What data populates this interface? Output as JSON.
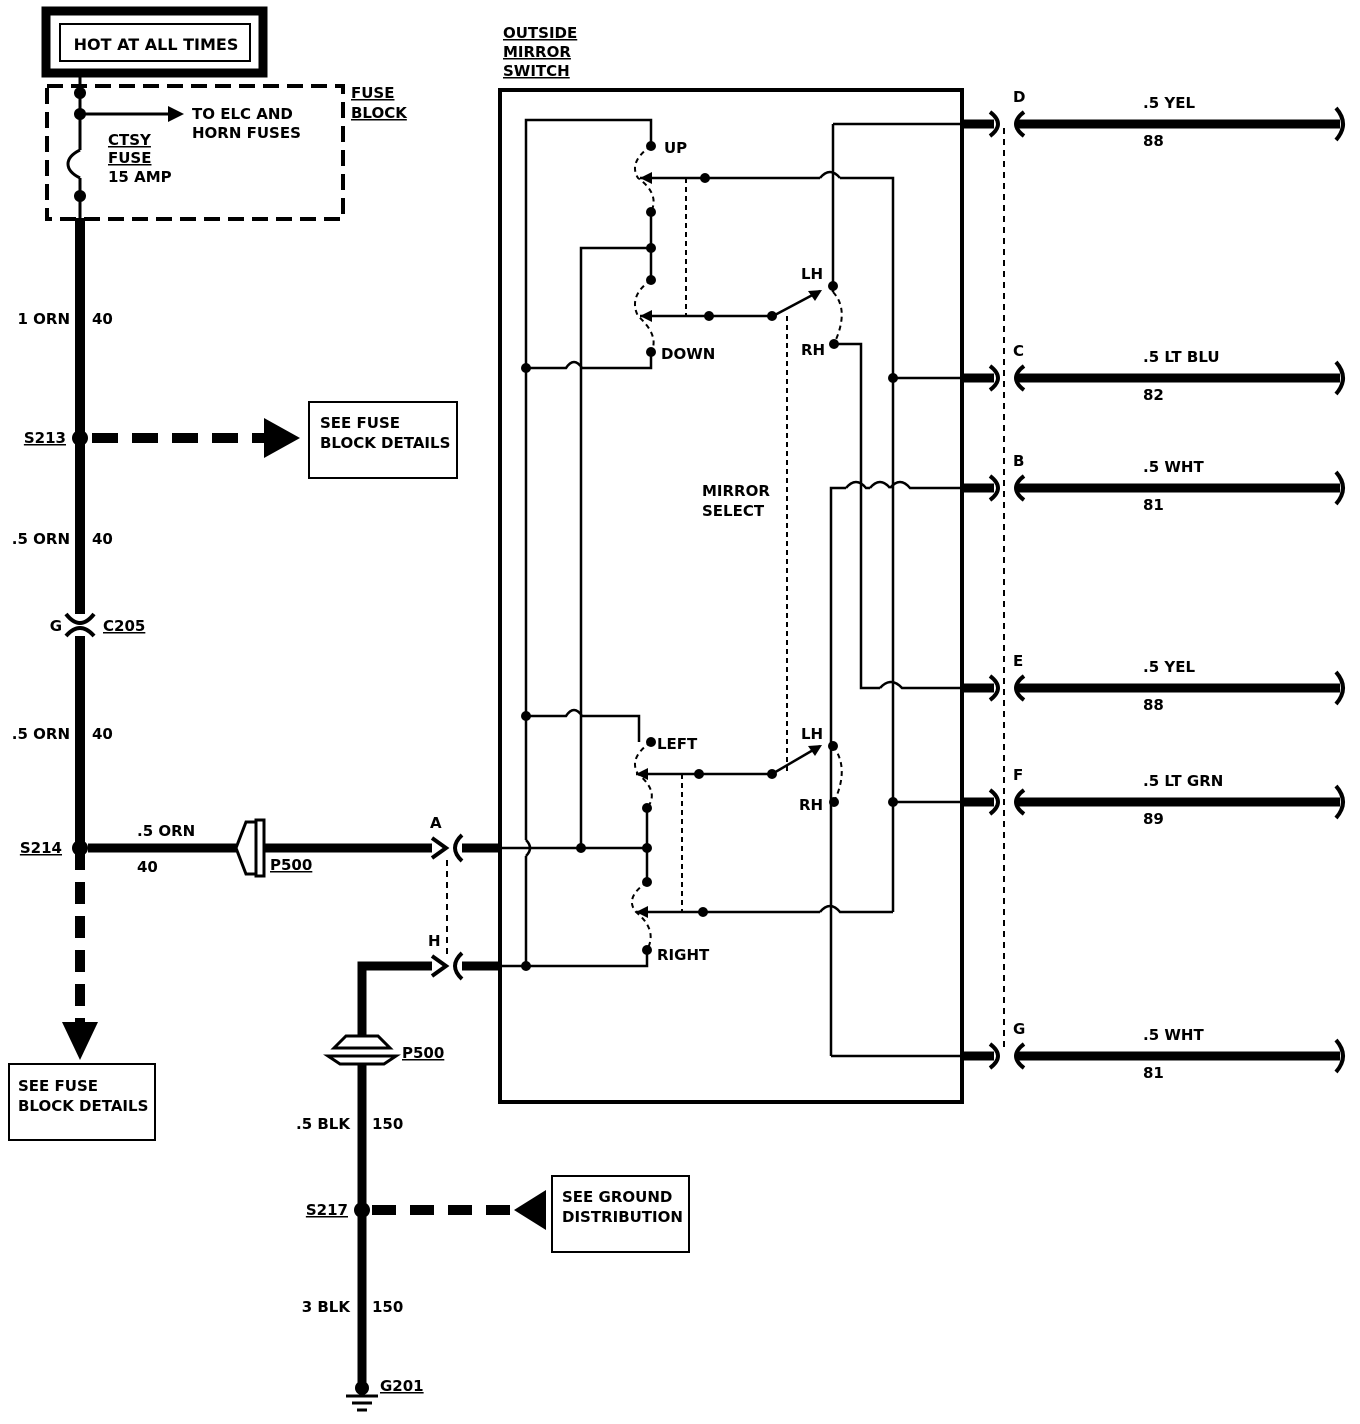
{
  "power": {
    "hot_label": "HOT AT ALL TIMES"
  },
  "fuse_block": {
    "label_line1": "FUSE",
    "label_line2": "BLOCK",
    "to_line1": "TO ELC AND",
    "to_line2": "HORN FUSES",
    "fuse_line1": "CTSY",
    "fuse_line2": "FUSE",
    "fuse_line3": "15 AMP"
  },
  "feed_wire": {
    "w1_gauge": "1 ORN",
    "w1_circuit": "40",
    "w2_gauge": ".5 ORN",
    "w2_circuit": "40",
    "w3_gauge": ".5 ORN",
    "w3_circuit": "40",
    "s213": "S213",
    "s214": "S214",
    "c205_pin": "G",
    "c205": "C205"
  },
  "fuse_details_1": {
    "line1": "SEE FUSE",
    "line2": "BLOCK DETAILS"
  },
  "fuse_details_2": {
    "line1": "SEE FUSE",
    "line2": "BLOCK DETAILS"
  },
  "s214_branch": {
    "gauge": ".5 ORN",
    "circuit": "40",
    "p500": "P500",
    "pin_a": "A"
  },
  "ground_path": {
    "pin_h": "H",
    "p500": "P500",
    "w1_gauge": ".5 BLK",
    "w1_circuit": "150",
    "s217": "S217",
    "w2_gauge": "3 BLK",
    "w2_circuit": "150",
    "g201": "G201"
  },
  "ground_dist": {
    "line1": "SEE GROUND",
    "line2": "DISTRIBUTION"
  },
  "switch": {
    "title_line1": "OUTSIDE",
    "title_line2": "MIRROR",
    "title_line3": "SWITCH",
    "up": "UP",
    "down": "DOWN",
    "left": "LEFT",
    "right": "RIGHT",
    "lh_top": "LH",
    "rh_top": "RH",
    "lh_bottom": "LH",
    "rh_bottom": "RH",
    "select_line1": "MIRROR",
    "select_line2": "SELECT"
  },
  "outputs": [
    {
      "pin": "D",
      "gauge": ".5 YEL",
      "circuit": "88"
    },
    {
      "pin": "C",
      "gauge": ".5 LT BLU",
      "circuit": "82"
    },
    {
      "pin": "B",
      "gauge": ".5 WHT",
      "circuit": "81"
    },
    {
      "pin": "E",
      "gauge": ".5 YEL",
      "circuit": "88"
    },
    {
      "pin": "F",
      "gauge": ".5 LT GRN",
      "circuit": "89"
    },
    {
      "pin": "G",
      "gauge": ".5 WHT",
      "circuit": "81"
    }
  ]
}
